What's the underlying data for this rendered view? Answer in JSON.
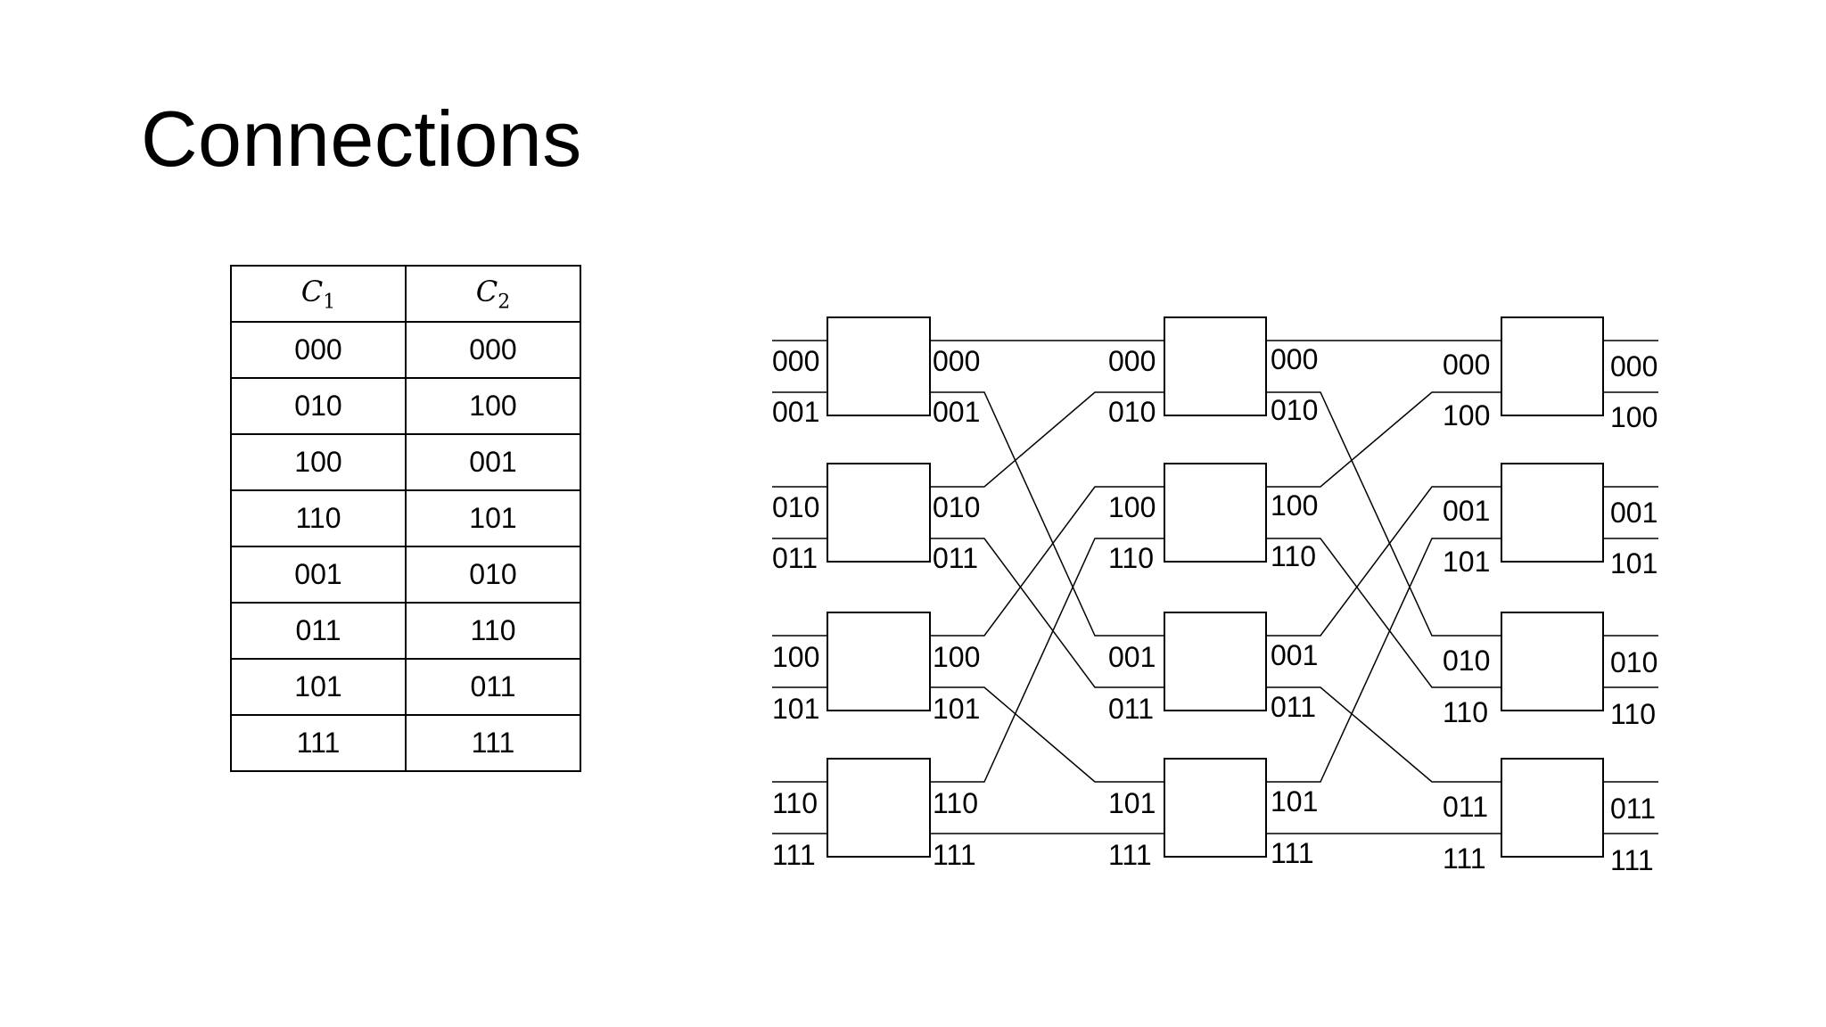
{
  "slide": {
    "title": "Connections"
  },
  "table": {
    "headers": [
      {
        "base": "C",
        "sub": "1"
      },
      {
        "base": "C",
        "sub": "2"
      }
    ],
    "rows": [
      [
        "000",
        "000"
      ],
      [
        "010",
        "100"
      ],
      [
        "100",
        "001"
      ],
      [
        "110",
        "101"
      ],
      [
        "001",
        "010"
      ],
      [
        "011",
        "110"
      ],
      [
        "101",
        "011"
      ],
      [
        "111",
        "111"
      ]
    ]
  },
  "network": {
    "stage1": {
      "inputs": [
        "000",
        "001",
        "010",
        "011",
        "100",
        "101",
        "110",
        "111"
      ],
      "outputs": [
        "000",
        "001",
        "010",
        "011",
        "100",
        "101",
        "110",
        "111"
      ]
    },
    "stage2": {
      "inputs": [
        "000",
        "010",
        "100",
        "110",
        "001",
        "011",
        "101",
        "111"
      ],
      "outputs": [
        "000",
        "010",
        "100",
        "110",
        "001",
        "011",
        "101",
        "111"
      ]
    },
    "stage3": {
      "inputs": [
        "000",
        "100",
        "001",
        "101",
        "010",
        "110",
        "011",
        "111"
      ],
      "outputs": [
        "000",
        "100",
        "001",
        "101",
        "010",
        "110",
        "011",
        "111"
      ]
    }
  }
}
